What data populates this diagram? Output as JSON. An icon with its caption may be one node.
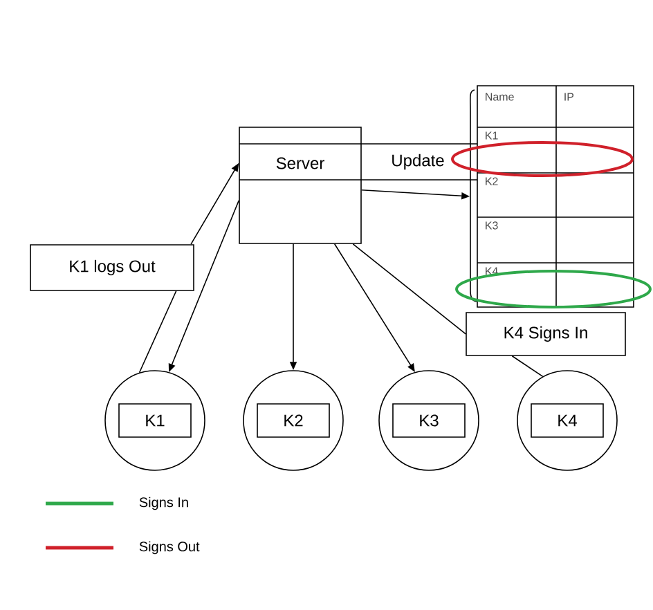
{
  "diagram": {
    "nodes": [
      {
        "text": [
          "Server"
        ]
      },
      {
        "text": [
          "Name",
          "IP",
          "K1",
          "K2",
          "K3",
          "K4"
        ]
      },
      {
        "text": [
          "K1 logs Out"
        ]
      },
      {
        "text": [
          "K4 Signs In"
        ]
      },
      {
        "text": [
          "K1"
        ]
      },
      {
        "text": [
          "K2"
        ]
      },
      {
        "text": [
          "K3"
        ]
      },
      {
        "text": [
          "K4"
        ]
      }
    ],
    "edges": [
      {
        "from": 4,
        "to": 2,
        "arrow": "none"
      },
      {
        "from": 2,
        "to": 0,
        "arrow": "to"
      },
      {
        "from": 0,
        "to": 4,
        "arrow": "to"
      },
      {
        "from": 0,
        "to": 5,
        "arrow": "to"
      },
      {
        "from": 0,
        "to": 6,
        "arrow": "to"
      },
      {
        "from": 0,
        "to": 3,
        "arrow": "none"
      },
      {
        "from": 3,
        "to": 7,
        "arrow": "none"
      },
      {
        "from": 0,
        "to": 1,
        "arrow": "to",
        "label": "Update"
      }
    ],
    "legend": [
      {
        "text": "Signs In",
        "color": "#2ea84a"
      },
      {
        "text": "Signs Out",
        "color": "#d0202a"
      }
    ]
  }
}
